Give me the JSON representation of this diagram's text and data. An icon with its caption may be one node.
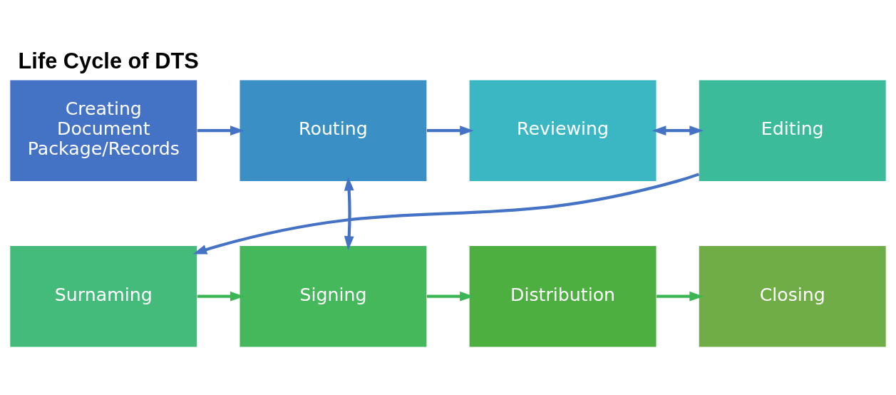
{
  "diagram": {
    "title": "Life Cycle of DTS",
    "nodes": [
      {
        "text": [
          "Creating Document Package/Records"
        ]
      },
      {
        "text": [
          "Routing"
        ]
      },
      {
        "text": [
          "Reviewing"
        ]
      },
      {
        "text": [
          "Editing"
        ]
      },
      {
        "text": [
          "Surnaming"
        ]
      },
      {
        "text": [
          "Signing"
        ]
      },
      {
        "text": [
          "Distribution"
        ]
      },
      {
        "text": [
          "Closing"
        ]
      }
    ],
    "edges": [
      {
        "from": 0,
        "to": 1,
        "arrow": "to"
      },
      {
        "from": 1,
        "to": 2,
        "arrow": "to"
      },
      {
        "from": 2,
        "to": 3,
        "arrow": "both"
      },
      {
        "from": 3,
        "to": 4,
        "arrow": "to"
      },
      {
        "from": 1,
        "to": 5,
        "arrow": "both"
      },
      {
        "from": 4,
        "to": 5,
        "arrow": "to",
        "color": "#3cb554"
      },
      {
        "from": 5,
        "to": 6,
        "arrow": "to",
        "color": "#3cb554"
      },
      {
        "from": 6,
        "to": 7,
        "arrow": "to",
        "color": "#3cb554"
      }
    ]
  }
}
